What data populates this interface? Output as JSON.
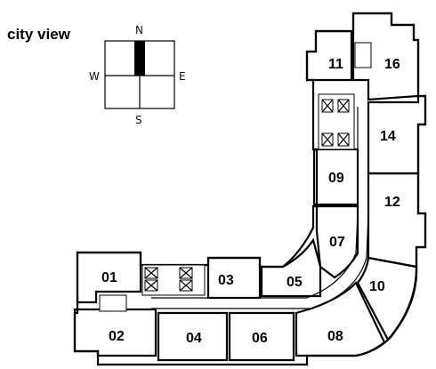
{
  "title": "city view",
  "compass": {
    "north": "N",
    "south": "S",
    "east": "E",
    "west": "W",
    "highlight_color": "#000000",
    "highlighted_direction": "north"
  },
  "units": {
    "u01": "01",
    "u02": "02",
    "u03": "03",
    "u04": "04",
    "u05": "05",
    "u06": "06",
    "u07": "07",
    "u08": "08",
    "u09": "09",
    "u10": "10",
    "u11": "11",
    "u12": "12",
    "u14": "14",
    "u16": "16"
  },
  "colors": {
    "line": "#000000",
    "background": "#ffffff"
  }
}
